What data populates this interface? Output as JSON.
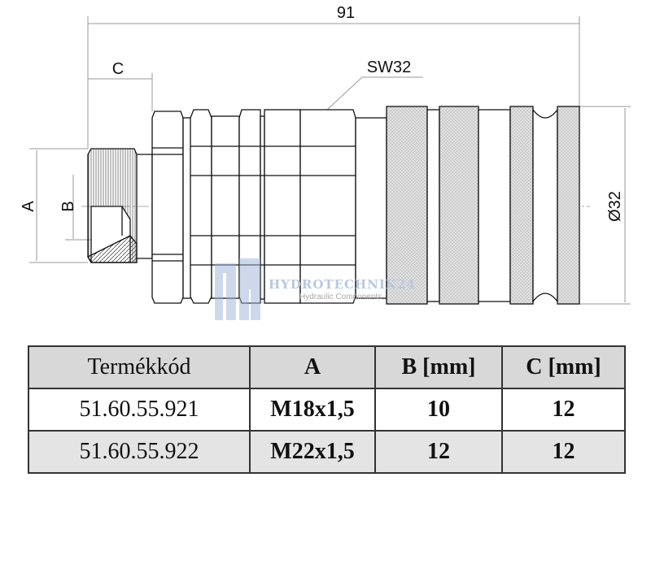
{
  "drawing": {
    "dim_total": "91",
    "dim_c": "C",
    "dim_a": "A",
    "dim_b": "B",
    "dim_sw": "SW32",
    "dim_diameter": "Ø32",
    "watermark": {
      "brand": "HYDROTECHNIK24",
      "subtitle": "Hydraulic Components"
    }
  },
  "table": {
    "headers": [
      "Termékkód",
      "A",
      "B [mm]",
      "C [mm]"
    ],
    "rows": [
      [
        "51.60.55.921",
        "M18x1,5",
        "10",
        "12"
      ],
      [
        "51.60.55.922",
        "M22x1,5",
        "12",
        "12"
      ]
    ]
  }
}
